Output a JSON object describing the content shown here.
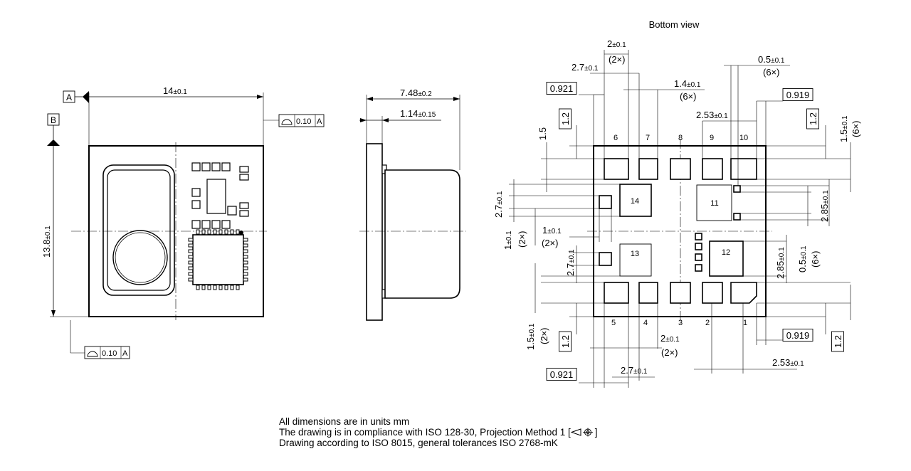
{
  "views": {
    "bottom_view_title": "Bottom view"
  },
  "datums": {
    "a": "A",
    "b": "B"
  },
  "front": {
    "width": "14",
    "width_tol": "±0.1",
    "height": "13.8",
    "height_tol": "±0.1",
    "flatness_top": {
      "value": "0.10",
      "datum": "A"
    },
    "flatness_bottom": {
      "value": "0.10",
      "datum": "A"
    }
  },
  "side": {
    "depth": "7.48",
    "depth_tol": "±0.2",
    "flange": "1.14",
    "flange_tol": "±0.15"
  },
  "bottom": {
    "pad_labels_top": [
      "6",
      "7",
      "8",
      "9",
      "10"
    ],
    "pad_labels_bottom": [
      "5",
      "4",
      "3",
      "2",
      "1"
    ],
    "big_pad_labels": [
      "14",
      "11",
      "13",
      "12"
    ],
    "dims": {
      "d_2": "2",
      "d_2_tol": "±0.1",
      "d_2_count": "(2×)",
      "d_27_top": "2.7",
      "d_27_top_tol": "±0.1",
      "d_0921_top": "0.921",
      "d_14": "1.4",
      "d_14_tol": "±0.1",
      "d_14_count": "(6×)",
      "d_05_top": "0.5",
      "d_05_top_tol": "±0.1",
      "d_05_top_count": "(6×)",
      "d_0919_top": "0.919",
      "d_253_top": "2.53",
      "d_253_top_tol": "±0.1",
      "d_12_left_top": "1.2",
      "d_15_left": "1.5",
      "d_12_right_top": "1.2",
      "d_15_right": "1.5",
      "d_15_right_tol": "±0.1",
      "d_15_right_count": "(6×)",
      "d_27_left": "2.7",
      "d_27_left_tol": "±0.1",
      "d_1_left": "1",
      "d_1_left_tol": "±0.1",
      "d_1_left_count": "(2×)",
      "d_1_mid": "1",
      "d_1_mid_tol": "±0.1",
      "d_1_mid_count": "(2×)",
      "d_27_left2": "2.7",
      "d_27_left2_tol": "±0.1",
      "d_285_right_top": "2.85",
      "d_285_right_top_tol": "±0.1",
      "d_05_right": "0.5",
      "d_05_right_tol": "±0.1",
      "d_05_right_count": "(6×)",
      "d_285_right_bot": "2.85",
      "d_285_right_bot_tol": "±0.1",
      "d_15_left_bot": "1.5",
      "d_15_left_bot_tol": "±0.1",
      "d_15_left_bot_count": "(2×)",
      "d_12_left_bot": "1.2",
      "d_2_bot": "2",
      "d_2_bot_tol": "±0.1",
      "d_2_bot_count": "(2×)",
      "d_0919_bot": "0.919",
      "d_12_right_bot": "1.2",
      "d_0921_bot": "0.921",
      "d_27_bot": "2.7",
      "d_27_bot_tol": "±0.1",
      "d_253_bot": "2.53",
      "d_253_bot_tol": "±0.1"
    }
  },
  "notes": {
    "line1": "All dimensions are in units mm",
    "line2": "The drawing is in compliance with ISO 128-30, Projection Method 1 [",
    "line2_end": "]",
    "line3": "Drawing according to ISO 8015, general tolerances ISO 2768-mK"
  }
}
